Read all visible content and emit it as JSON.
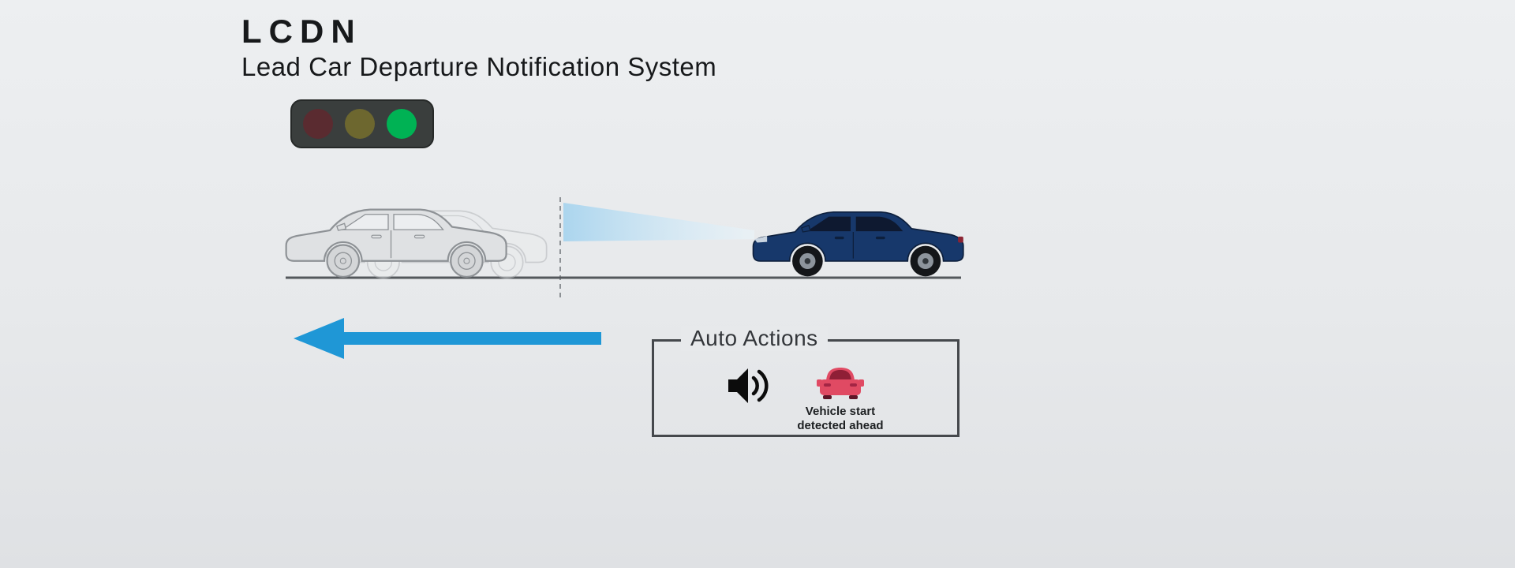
{
  "header": {
    "title": "LCDN",
    "subtitle": "Lead Car Departure Notification System"
  },
  "auto_actions": {
    "title": "Auto Actions",
    "caption": {
      "line1": "Vehicle start",
      "line2": "detected ahead"
    }
  },
  "icons": {
    "traffic_light": "traffic-light-icon",
    "speaker": "speaker-sound-icon",
    "alert_car": "alert-car-icon",
    "arrow": "arrow-left-icon"
  },
  "colors": {
    "signal_housing": "#3a3e3d",
    "signal_red_off": "#5a2b30",
    "signal_yellow_off": "#6d672f",
    "signal_green_on": "#00b254",
    "arrow_blue": "#1f97d6",
    "beam_blue": "#a8d4ee",
    "ego_car_navy": "#17386b",
    "lead_car_gray_fill": "#dfe1e3",
    "lead_car_gray_stroke": "#8e9296",
    "alert_car_red": "#e04a63",
    "road_gray": "#54585c",
    "speaker_black": "#0c0c0c"
  }
}
